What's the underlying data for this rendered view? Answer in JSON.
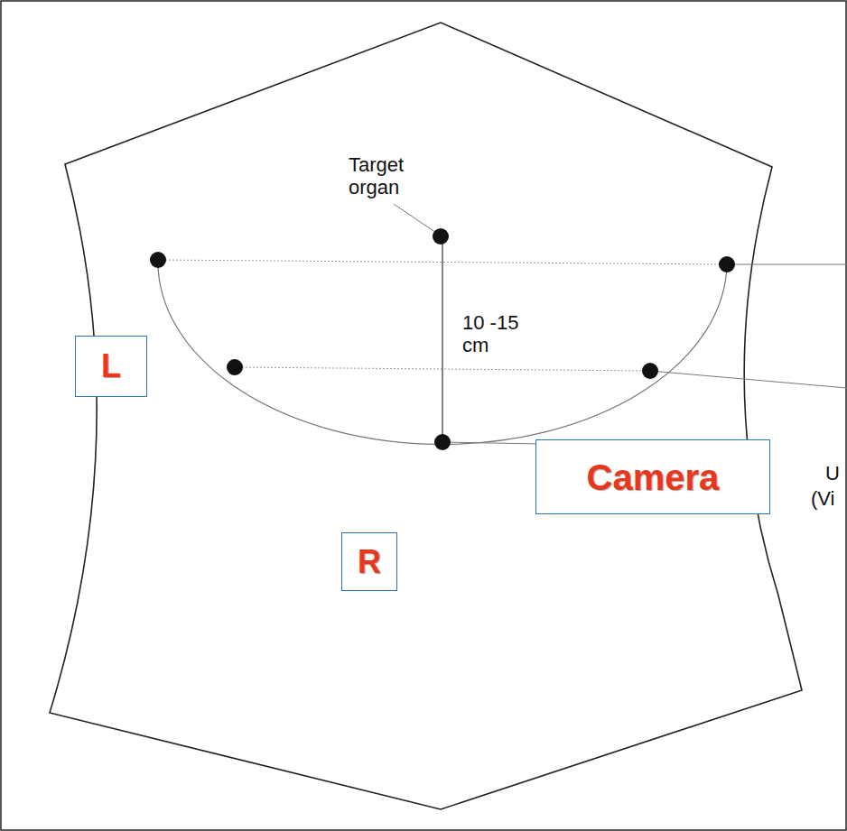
{
  "diagram": {
    "nodes": [
      {
        "text": [
          "L"
        ]
      },
      {
        "text": [
          "Camera"
        ]
      },
      {
        "text": [
          "R"
        ]
      }
    ],
    "labels": [
      "Target organ",
      "10 -15 cm",
      "U",
      "(Vi"
    ]
  }
}
